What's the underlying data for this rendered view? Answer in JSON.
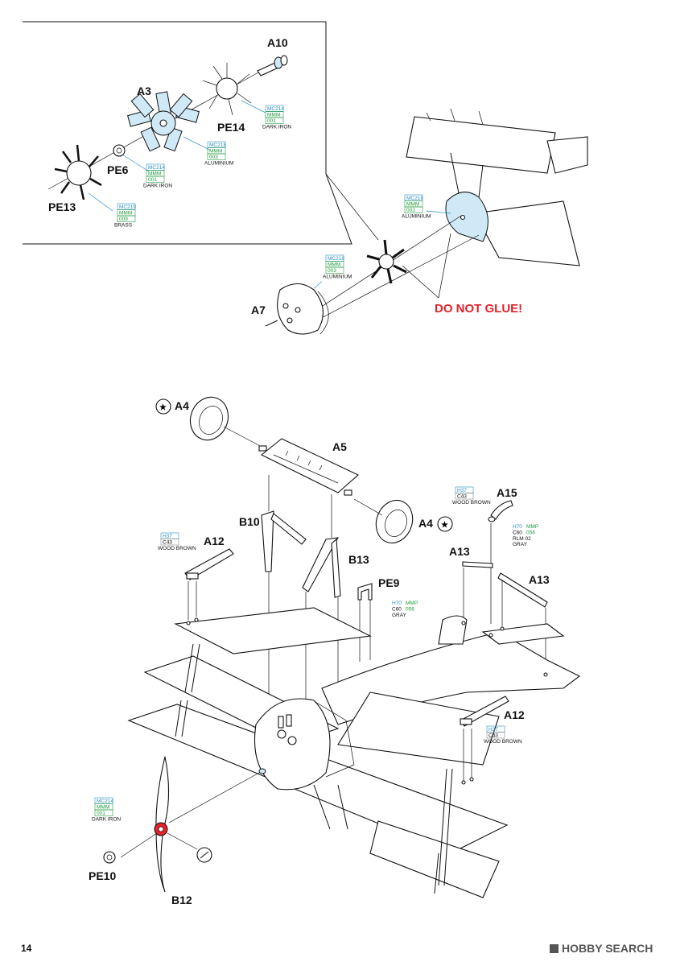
{
  "page_number": "14",
  "warning": "DO NOT GLUE!",
  "watermark": "HOBBY SEARCH",
  "parts": {
    "A10": "A10",
    "A3": "A3",
    "PE14": "PE14",
    "PE6": "PE6",
    "PE13": "PE13",
    "A7": "A7",
    "A4_top": "A4",
    "A5": "A5",
    "A4_right": "A4",
    "A15": "A15",
    "B10": "B10",
    "B13": "B13",
    "A12_left": "A12",
    "PE9": "PE9",
    "A13_left": "A13",
    "A13_right": "A13",
    "A12_right": "A12",
    "PE10": "PE10",
    "B12": "B12"
  },
  "callouts": [
    {
      "id": "c_pe14",
      "lines": [
        {
          "t": "MC214",
          "c": "blue"
        },
        {
          "t": "MMM",
          "c": "green"
        },
        {
          "t": "001",
          "c": "green"
        },
        {
          "t": "DARK IRON",
          "c": "black"
        }
      ]
    },
    {
      "id": "c_a3",
      "lines": [
        {
          "t": "MC218",
          "c": "blue"
        },
        {
          "t": "MMM",
          "c": "green"
        },
        {
          "t": "003",
          "c": "green"
        },
        {
          "t": "ALUMINIUM",
          "c": "black"
        }
      ]
    },
    {
      "id": "c_pe6",
      "lines": [
        {
          "t": "MC214",
          "c": "blue"
        },
        {
          "t": "MMM",
          "c": "green"
        },
        {
          "t": "001",
          "c": "green"
        },
        {
          "t": "DARK IRON",
          "c": "black"
        }
      ]
    },
    {
      "id": "c_pe13",
      "lines": [
        {
          "t": "MC219",
          "c": "blue"
        },
        {
          "t": "MMM",
          "c": "green"
        },
        {
          "t": "009",
          "c": "green"
        },
        {
          "t": "BRASS",
          "c": "black"
        }
      ]
    },
    {
      "id": "c_cowl",
      "lines": [
        {
          "t": "MC218",
          "c": "blue"
        },
        {
          "t": "MMM",
          "c": "green"
        },
        {
          "t": "003",
          "c": "green"
        },
        {
          "t": "ALUMINIUM",
          "c": "black"
        }
      ]
    },
    {
      "id": "c_a7",
      "lines": [
        {
          "t": "MC218",
          "c": "blue"
        },
        {
          "t": "MMM",
          "c": "green"
        },
        {
          "t": "003",
          "c": "green"
        },
        {
          "t": "ALUMINIUM",
          "c": "black"
        }
      ]
    },
    {
      "id": "c_a15a",
      "lines": [
        {
          "t": "H37",
          "c": "blue"
        },
        {
          "t": "C43",
          "c": "black"
        },
        {
          "t": "WOOD BROWN",
          "c": "black"
        }
      ]
    },
    {
      "id": "c_a15b",
      "lines": [
        {
          "t": "H70",
          "c": "blue"
        },
        {
          "t": "MMP",
          "c": "green"
        },
        {
          "t": "C60",
          "c": "black"
        },
        {
          "t": "056",
          "c": "green"
        },
        {
          "t": "RLM 02",
          "c": "black"
        },
        {
          "t": "GRAY",
          "c": "black"
        }
      ]
    },
    {
      "id": "c_a12l",
      "lines": [
        {
          "t": "H37",
          "c": "blue"
        },
        {
          "t": "C43",
          "c": "black"
        },
        {
          "t": "WOOD BROWN",
          "c": "black"
        }
      ]
    },
    {
      "id": "c_pe9",
      "lines": [
        {
          "t": "H70",
          "c": "blue"
        },
        {
          "t": "MMP",
          "c": "green"
        },
        {
          "t": "C60",
          "c": "black"
        },
        {
          "t": "056",
          "c": "green"
        },
        {
          "t": "GRAY",
          "c": "black"
        }
      ]
    },
    {
      "id": "c_a12r",
      "lines": [
        {
          "t": "H37",
          "c": "blue"
        },
        {
          "t": "C43",
          "c": "black"
        },
        {
          "t": "WOOD BROWN",
          "c": "black"
        }
      ]
    },
    {
      "id": "c_pe10",
      "lines": [
        {
          "t": "MC214",
          "c": "blue"
        },
        {
          "t": "MMM",
          "c": "green"
        },
        {
          "t": "001",
          "c": "green"
        },
        {
          "t": "DARK IRON",
          "c": "black"
        }
      ]
    }
  ]
}
